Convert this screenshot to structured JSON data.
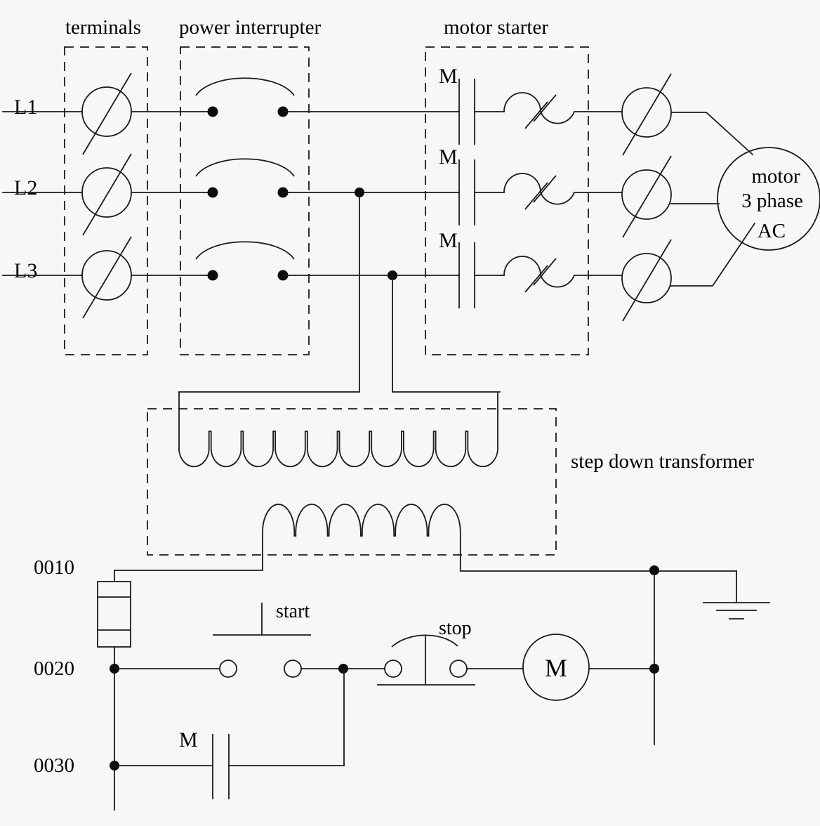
{
  "sections": {
    "terminals_label": "terminals",
    "power_interrupter_label": "power interrupter",
    "motor_starter_label": "motor starter",
    "transformer_label": "step down transformer"
  },
  "phases": {
    "l1": "L1",
    "l2": "L2",
    "l3": "L3"
  },
  "starter_contacts": {
    "row1": "M",
    "row2": "M",
    "row3": "M"
  },
  "motor": {
    "line1": "motor",
    "line2": "3 phase",
    "line3": "AC"
  },
  "ladder": {
    "rung_numbers": [
      "0010",
      "0020",
      "0030"
    ],
    "start_label": "start",
    "stop_label": "stop",
    "coil_label": "M",
    "seal_in_label": "M"
  },
  "colors": {
    "line": "#1a1a1a",
    "background": "#f7f7f6"
  }
}
